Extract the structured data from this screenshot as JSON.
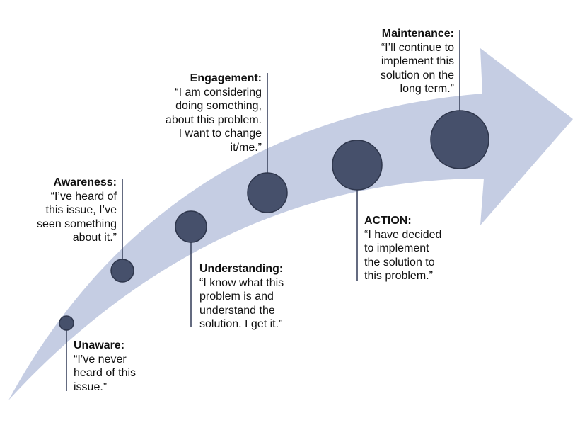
{
  "colors": {
    "arrow": "#c5cde3",
    "node": "#46506b",
    "node_stroke": "#2e364c",
    "line": "#3d4660"
  },
  "stages": [
    {
      "id": "unaware",
      "title": "Unaware:",
      "quote": "“I’ve never\nheard of this\nissue.”"
    },
    {
      "id": "awareness",
      "title": "Awareness:",
      "quote": "“I’ve heard of\nthis issue, I’ve\nseen something\nabout it.”"
    },
    {
      "id": "understanding",
      "title": "Understanding:",
      "quote": "“I know what this\nproblem is and\nunderstand the\nsolution. I get it.”"
    },
    {
      "id": "engagement",
      "title": "Engagement:",
      "quote": "“I am considering\ndoing something,\nabout this problem.\nI want to change\nit/me.”"
    },
    {
      "id": "action",
      "title": "ACTION:",
      "quote": "“I have decided\nto implement\nthe solution to\nthis problem.”"
    },
    {
      "id": "maintenance",
      "title": "Maintenance:",
      "quote": "“I’ll continue to\nimplement this\nsolution on the\nlong term.”"
    }
  ]
}
